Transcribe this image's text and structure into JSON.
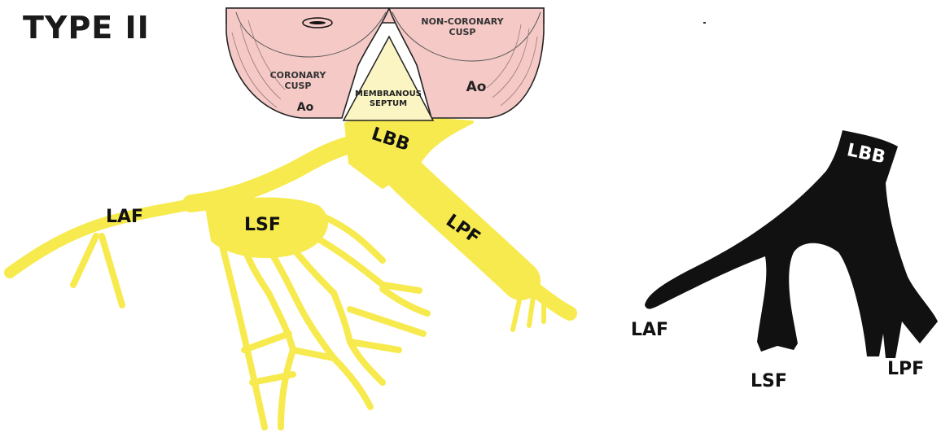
{
  "title": "TYPE II",
  "aortic_root": {
    "left_cusp": {
      "name": "CORONARY CUSP",
      "name_line1": "CORONARY",
      "name_line2": "CUSP",
      "vessel": "Ao"
    },
    "right_cusp": {
      "name": "NON-CORONARY CUSP",
      "name_line1": "NON-CORONARY",
      "name_line2": "CUSP",
      "vessel": "Ao"
    },
    "septum": {
      "line1": "MEMBRANOUS",
      "line2": "SEPTUM"
    }
  },
  "left_diagram": {
    "labels": {
      "lbb": "LBB",
      "laf": "LAF",
      "lsf": "LSF",
      "lpf": "LPF"
    }
  },
  "right_diagram": {
    "labels": {
      "lbb": "LBB",
      "laf": "LAF",
      "lsf": "LSF",
      "lpf": "LPF"
    }
  },
  "colors": {
    "fascicle_yellow": "#f7ea4e",
    "cusp_pink": "#f4c9c6",
    "septum_cream": "#fbf5c4",
    "silhouette": "#111111"
  }
}
